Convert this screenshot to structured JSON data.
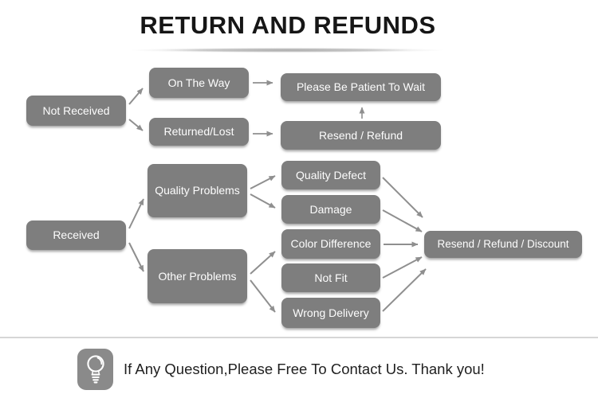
{
  "title": "RETURN AND REFUNDS",
  "colors": {
    "node_fill": "#7e7e7e",
    "node_text": "#fdfdfd",
    "arrow": "#8f8f8f",
    "divider": "#d6d6d6",
    "title_text": "#161616"
  },
  "nodes": {
    "not_received": "Not Received",
    "on_the_way": "On The Way",
    "please_wait": "Please Be Patient To Wait",
    "returned_lost": "Returned/Lost",
    "resend_refund": "Resend / Refund",
    "received": "Received",
    "quality_problems": "Quality Problems",
    "other_problems": "Other Problems",
    "quality_defect": "Quality Defect",
    "damage": "Damage",
    "color_difference": "Color Difference",
    "not_fit": "Not Fit",
    "wrong_delivery": "Wrong Delivery",
    "resend_refund_discount": "Resend / Refund / Discount"
  },
  "edges": [
    [
      "Not Received",
      "On The Way"
    ],
    [
      "Not Received",
      "Returned/Lost"
    ],
    [
      "On The Way",
      "Please Be Patient To Wait"
    ],
    [
      "Returned/Lost",
      "Resend / Refund"
    ],
    [
      "Resend / Refund",
      "Please Be Patient To Wait"
    ],
    [
      "Received",
      "Quality Problems"
    ],
    [
      "Received",
      "Other Problems"
    ],
    [
      "Quality Problems",
      "Quality Defect"
    ],
    [
      "Quality Problems",
      "Damage"
    ],
    [
      "Other Problems",
      "Color Difference"
    ],
    [
      "Other Problems",
      "Wrong Delivery"
    ],
    [
      "Quality Defect",
      "Resend / Refund / Discount"
    ],
    [
      "Damage",
      "Resend / Refund / Discount"
    ],
    [
      "Color Difference",
      "Resend / Refund / Discount"
    ],
    [
      "Not Fit",
      "Resend / Refund / Discount"
    ],
    [
      "Wrong Delivery",
      "Resend / Refund / Discount"
    ]
  ],
  "footer": {
    "icon": "lightbulb-icon",
    "text": "If Any Question,Please Free To Contact Us. Thank you!"
  }
}
